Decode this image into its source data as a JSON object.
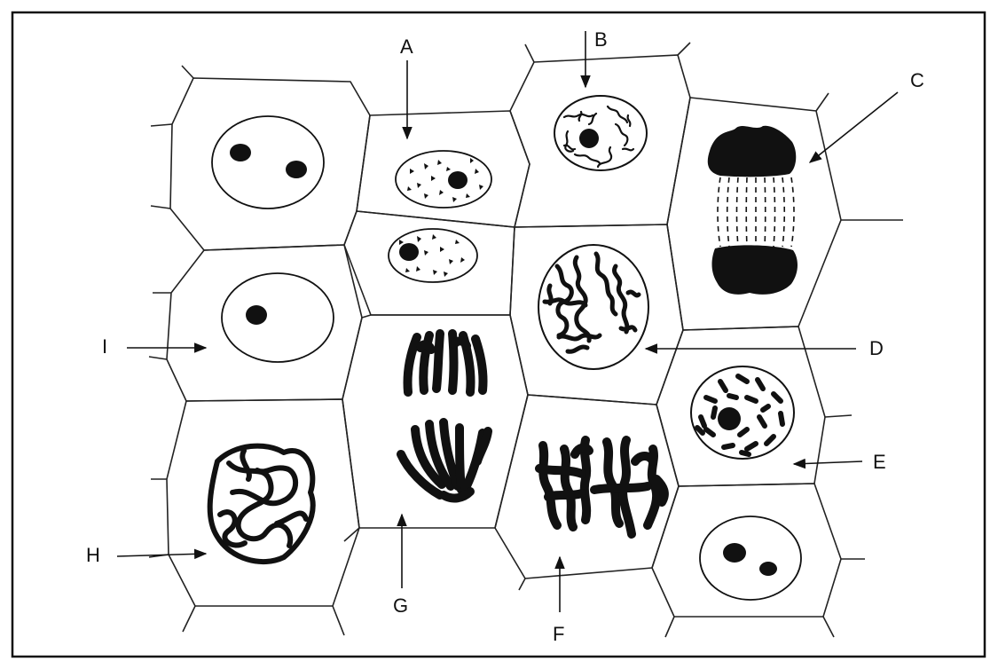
{
  "labels": {
    "a": "A",
    "b": "B",
    "c": "C",
    "d": "D",
    "e": "E",
    "f": "F",
    "g": "G",
    "h": "H",
    "i": "I"
  },
  "colors": {
    "ink": "#111111",
    "paper": "#ffffff"
  }
}
